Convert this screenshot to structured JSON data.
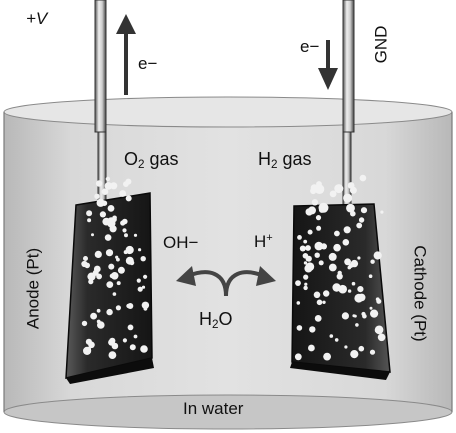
{
  "labels": {
    "voltage": "+V",
    "electron_left": "e−",
    "electron_right": "e−",
    "ground": "GND",
    "oxygen_gas": {
      "prefix": "O",
      "sub": "2",
      "suffix": " gas"
    },
    "hydrogen_gas": {
      "prefix": "H",
      "sub": "2",
      "suffix": " gas"
    },
    "hydroxide": "OH−",
    "hydrogen_ion": {
      "base": "H",
      "sup": "+"
    },
    "water": {
      "prefix": "H",
      "sub": "2",
      "suffix": "O"
    },
    "anode": "Anode (Pt)",
    "cathode": "Cathode (Pt)",
    "medium": "In water"
  },
  "colors": {
    "water": "#d4d4d4",
    "electrode": "#1a1a1a",
    "bubble": "#f2f2f2",
    "arrow": "#3a3a3a"
  }
}
